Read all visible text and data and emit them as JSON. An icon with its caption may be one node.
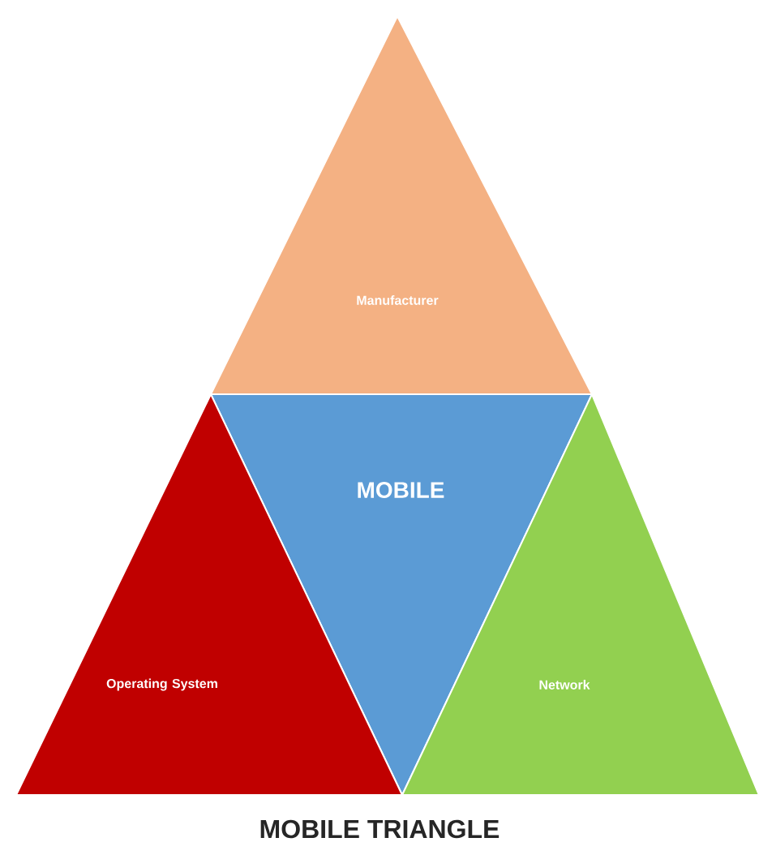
{
  "diagram": {
    "title": "MOBILE TRIANGLE",
    "nodes": [
      {
        "text": [
          "Manufacturer"
        ]
      },
      {
        "text": [
          "MOBILE"
        ]
      },
      {
        "text": [
          "Operating System"
        ]
      },
      {
        "text": [
          "Network"
        ]
      }
    ]
  }
}
